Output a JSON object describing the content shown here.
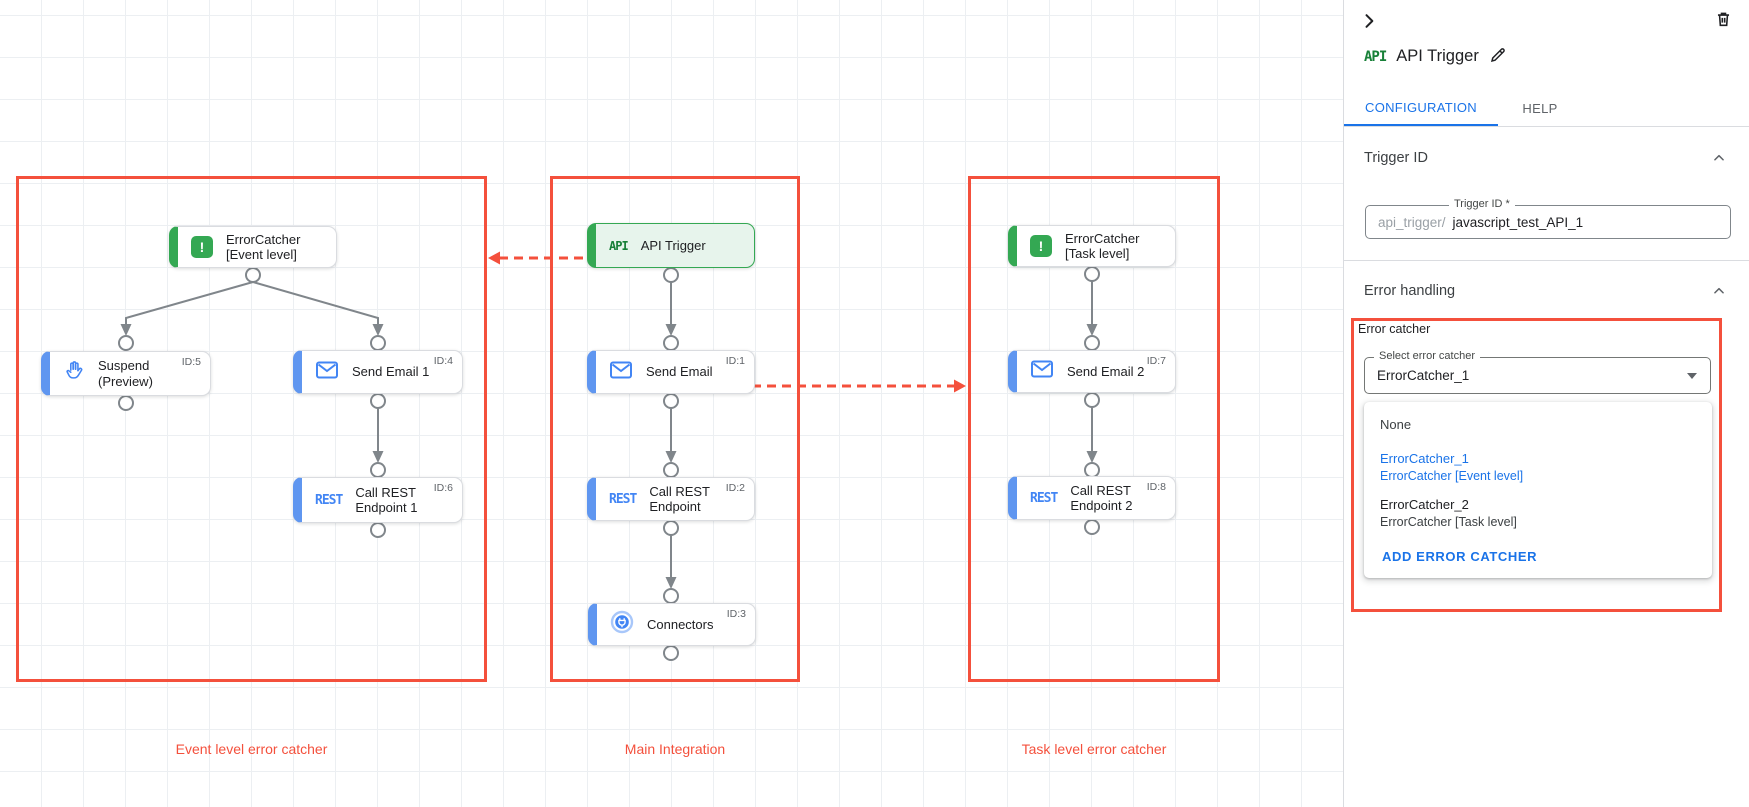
{
  "colors": {
    "annotation_red": "#f4503c",
    "accent_blue": "#1a73e8",
    "node_blue_cap": "#5f96f0",
    "node_green": "#34a853",
    "connector_gray": "#80868b"
  },
  "canvas": {
    "groups": [
      {
        "label": "Event level error catcher"
      },
      {
        "label": "Main Integration"
      },
      {
        "label": "Task level error catcher"
      }
    ],
    "nodes": {
      "ec_event": {
        "label": "ErrorCatcher [Event level]",
        "icon": "error-catcher-icon",
        "icon_glyph": "!"
      },
      "suspend": {
        "label": "Suspend (Preview)",
        "id": "ID:5",
        "icon": "hand-icon"
      },
      "send_email_1": {
        "label": "Send Email 1",
        "id": "ID:4",
        "icon": "email-icon"
      },
      "rest_1": {
        "label": "Call REST Endpoint 1",
        "id": "ID:6",
        "icon": "rest-icon",
        "logo": "REST"
      },
      "api_trigger": {
        "label": "API Trigger",
        "icon": "api-icon",
        "logo": "API"
      },
      "send_email": {
        "label": "Send Email",
        "id": "ID:1",
        "icon": "email-icon"
      },
      "rest": {
        "label": "Call REST Endpoint",
        "id": "ID:2",
        "icon": "rest-icon",
        "logo": "REST"
      },
      "connectors": {
        "label": "Connectors",
        "id": "ID:3",
        "icon": "connectors-icon"
      },
      "ec_task": {
        "label": "ErrorCatcher [Task level]",
        "icon": "error-catcher-icon",
        "icon_glyph": "!"
      },
      "send_email_2": {
        "label": "Send Email 2",
        "id": "ID:7",
        "icon": "email-icon"
      },
      "rest_2": {
        "label": "Call REST Endpoint 2",
        "id": "ID:8",
        "icon": "rest-icon",
        "logo": "REST"
      }
    }
  },
  "panel": {
    "title": "API Trigger",
    "title_logo": "API",
    "tabs": [
      {
        "label": "CONFIGURATION",
        "active": true
      },
      {
        "label": "HELP",
        "active": false
      }
    ],
    "trigger_id": {
      "header": "Trigger ID",
      "field_label": "Trigger ID *",
      "prefix": "api_trigger/",
      "value": "javascript_test_API_1"
    },
    "error_handling": {
      "header": "Error handling",
      "error_catcher_label": "Error catcher",
      "select_label": "Select error catcher",
      "select_value": "ErrorCatcher_1",
      "menu": {
        "none_label": "None",
        "options": [
          {
            "name": "ErrorCatcher_1",
            "desc": "ErrorCatcher [Event level]",
            "selected": true
          },
          {
            "name": "ErrorCatcher_2",
            "desc": "ErrorCatcher [Task level]",
            "selected": false
          }
        ],
        "add_label": "ADD ERROR CATCHER"
      }
    }
  }
}
